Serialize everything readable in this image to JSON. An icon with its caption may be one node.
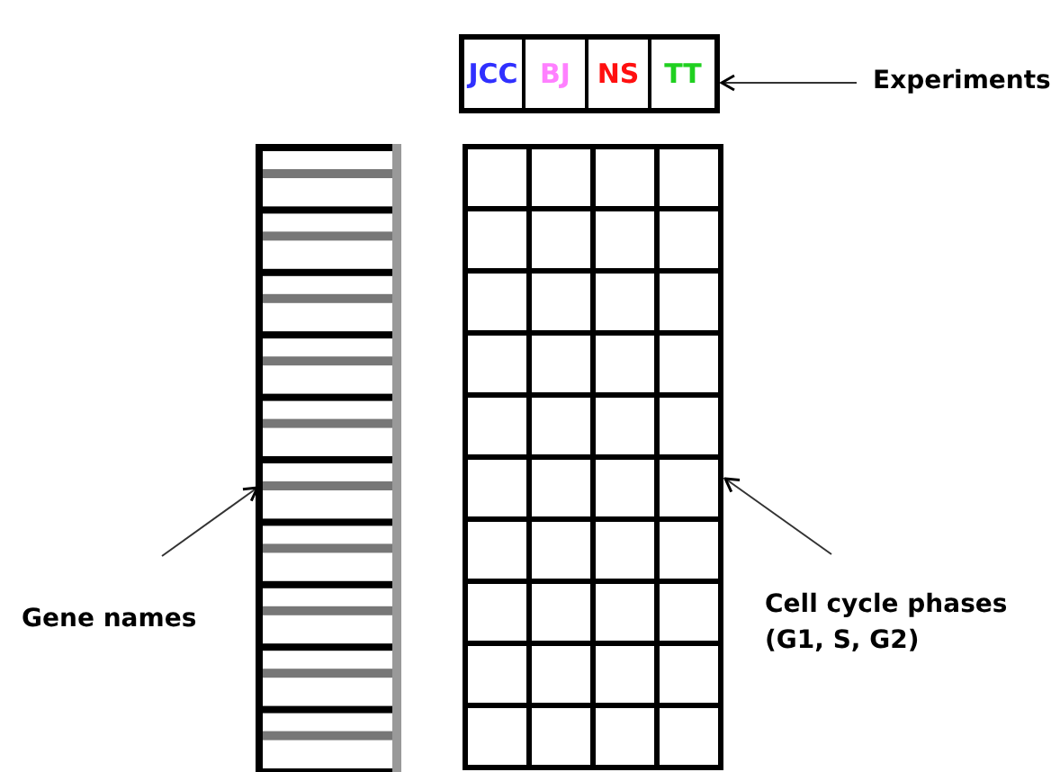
{
  "diagram": {
    "nodes": [
      {
        "text": [
          "JCC"
        ]
      },
      {
        "text": [
          "BJ"
        ]
      },
      {
        "text": [
          "NS"
        ]
      },
      {
        "text": [
          "TT"
        ]
      },
      {
        "text": [
          "Experiments"
        ]
      },
      {
        "text": [],
        "shape": "bar"
      },
      {
        "text": [],
        "shape": "box"
      },
      {
        "text": [
          "Gene names"
        ]
      },
      {
        "text": [
          "Cell cycle phases (G1, S, G2)"
        ]
      }
    ],
    "edges": [
      {
        "from": 4,
        "to": 3,
        "arrow": "to"
      },
      {
        "from": 7,
        "to": 5,
        "arrow": "to"
      },
      {
        "from": 8,
        "to": 6,
        "arrow": "to"
      }
    ]
  }
}
